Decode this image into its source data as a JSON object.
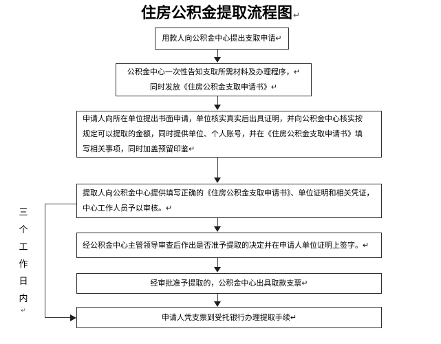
{
  "title": {
    "text": "住房公积金提取流程图",
    "mark": "↵"
  },
  "side_label": {
    "chars": [
      "三",
      "个",
      "工",
      "作",
      "日",
      "内"
    ],
    "mark": "↵"
  },
  "steps": [
    {
      "lines": [
        "用款人向公积金中心提出支取申请↵"
      ]
    },
    {
      "lines": [
        "公积金中心一次性告知支取所需材料及办理程序，↵",
        "同时发放《住房公积金支取申请书》↵"
      ]
    },
    {
      "lines": [
        "申请人向所在单位提出书面申请，单位核实真实后出具证明，并向公积金中心核实按",
        "规定可以提取的金额，同时提供单位、个人账号，并在《住房公积金支取申请书》填",
        "写相关事项，同时加盖预留印鉴↵"
      ]
    },
    {
      "lines": [
        "提取人向公积金中心提供填写正确的《住房公积金支取申请书》、单位证明和相关凭证，",
        "中心工作人员予以审核。↵"
      ]
    },
    {
      "lines": [
        "经公积金中心主管领导审查后作出是否准予提取的决定并在申请人单位证明上签字。↵"
      ]
    },
    {
      "lines": [
        "经审批准予提取的，公积金中心出具取款支票↵"
      ]
    },
    {
      "lines": [
        "申请人凭支票到受托银行办理提取手续↵"
      ]
    }
  ],
  "colors": {
    "line": "#3a3a3a",
    "text": "#000000",
    "background": "#ffffff"
  }
}
